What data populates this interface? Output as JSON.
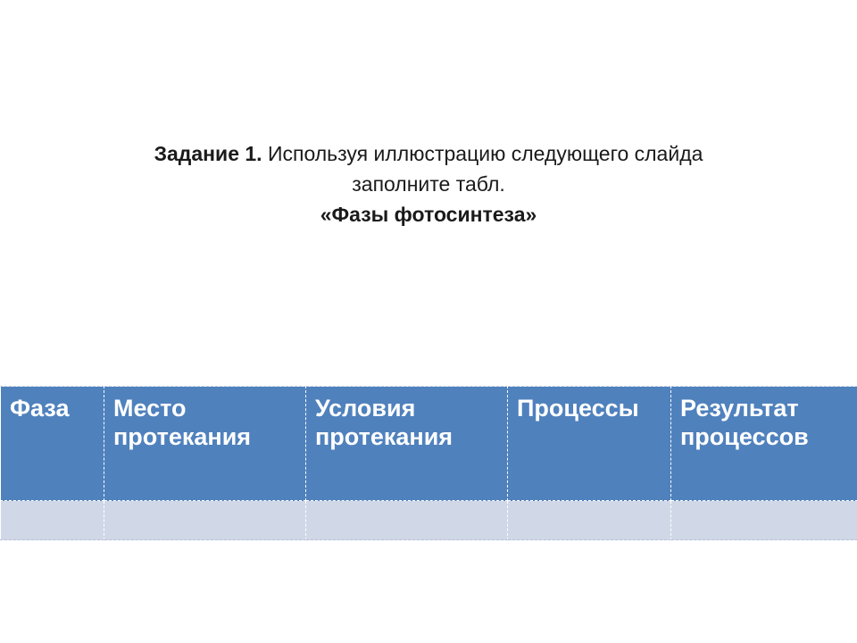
{
  "task": {
    "label": "Задание 1.",
    "text_line1": " Используя иллюстрацию следующего слайда",
    "text_line2": "заполните табл.",
    "title": "«Фазы фотосинтеза»"
  },
  "table": {
    "headers": [
      "Фаза",
      "Место протекания",
      "Условия протекания",
      "Процессы",
      "Результат процессов"
    ],
    "rows": [
      [
        "",
        "",
        "",
        "",
        ""
      ]
    ]
  },
  "colors": {
    "header_bg": "#4f81bd",
    "row_bg": "#d0d8e8",
    "header_text": "#ffffff"
  }
}
